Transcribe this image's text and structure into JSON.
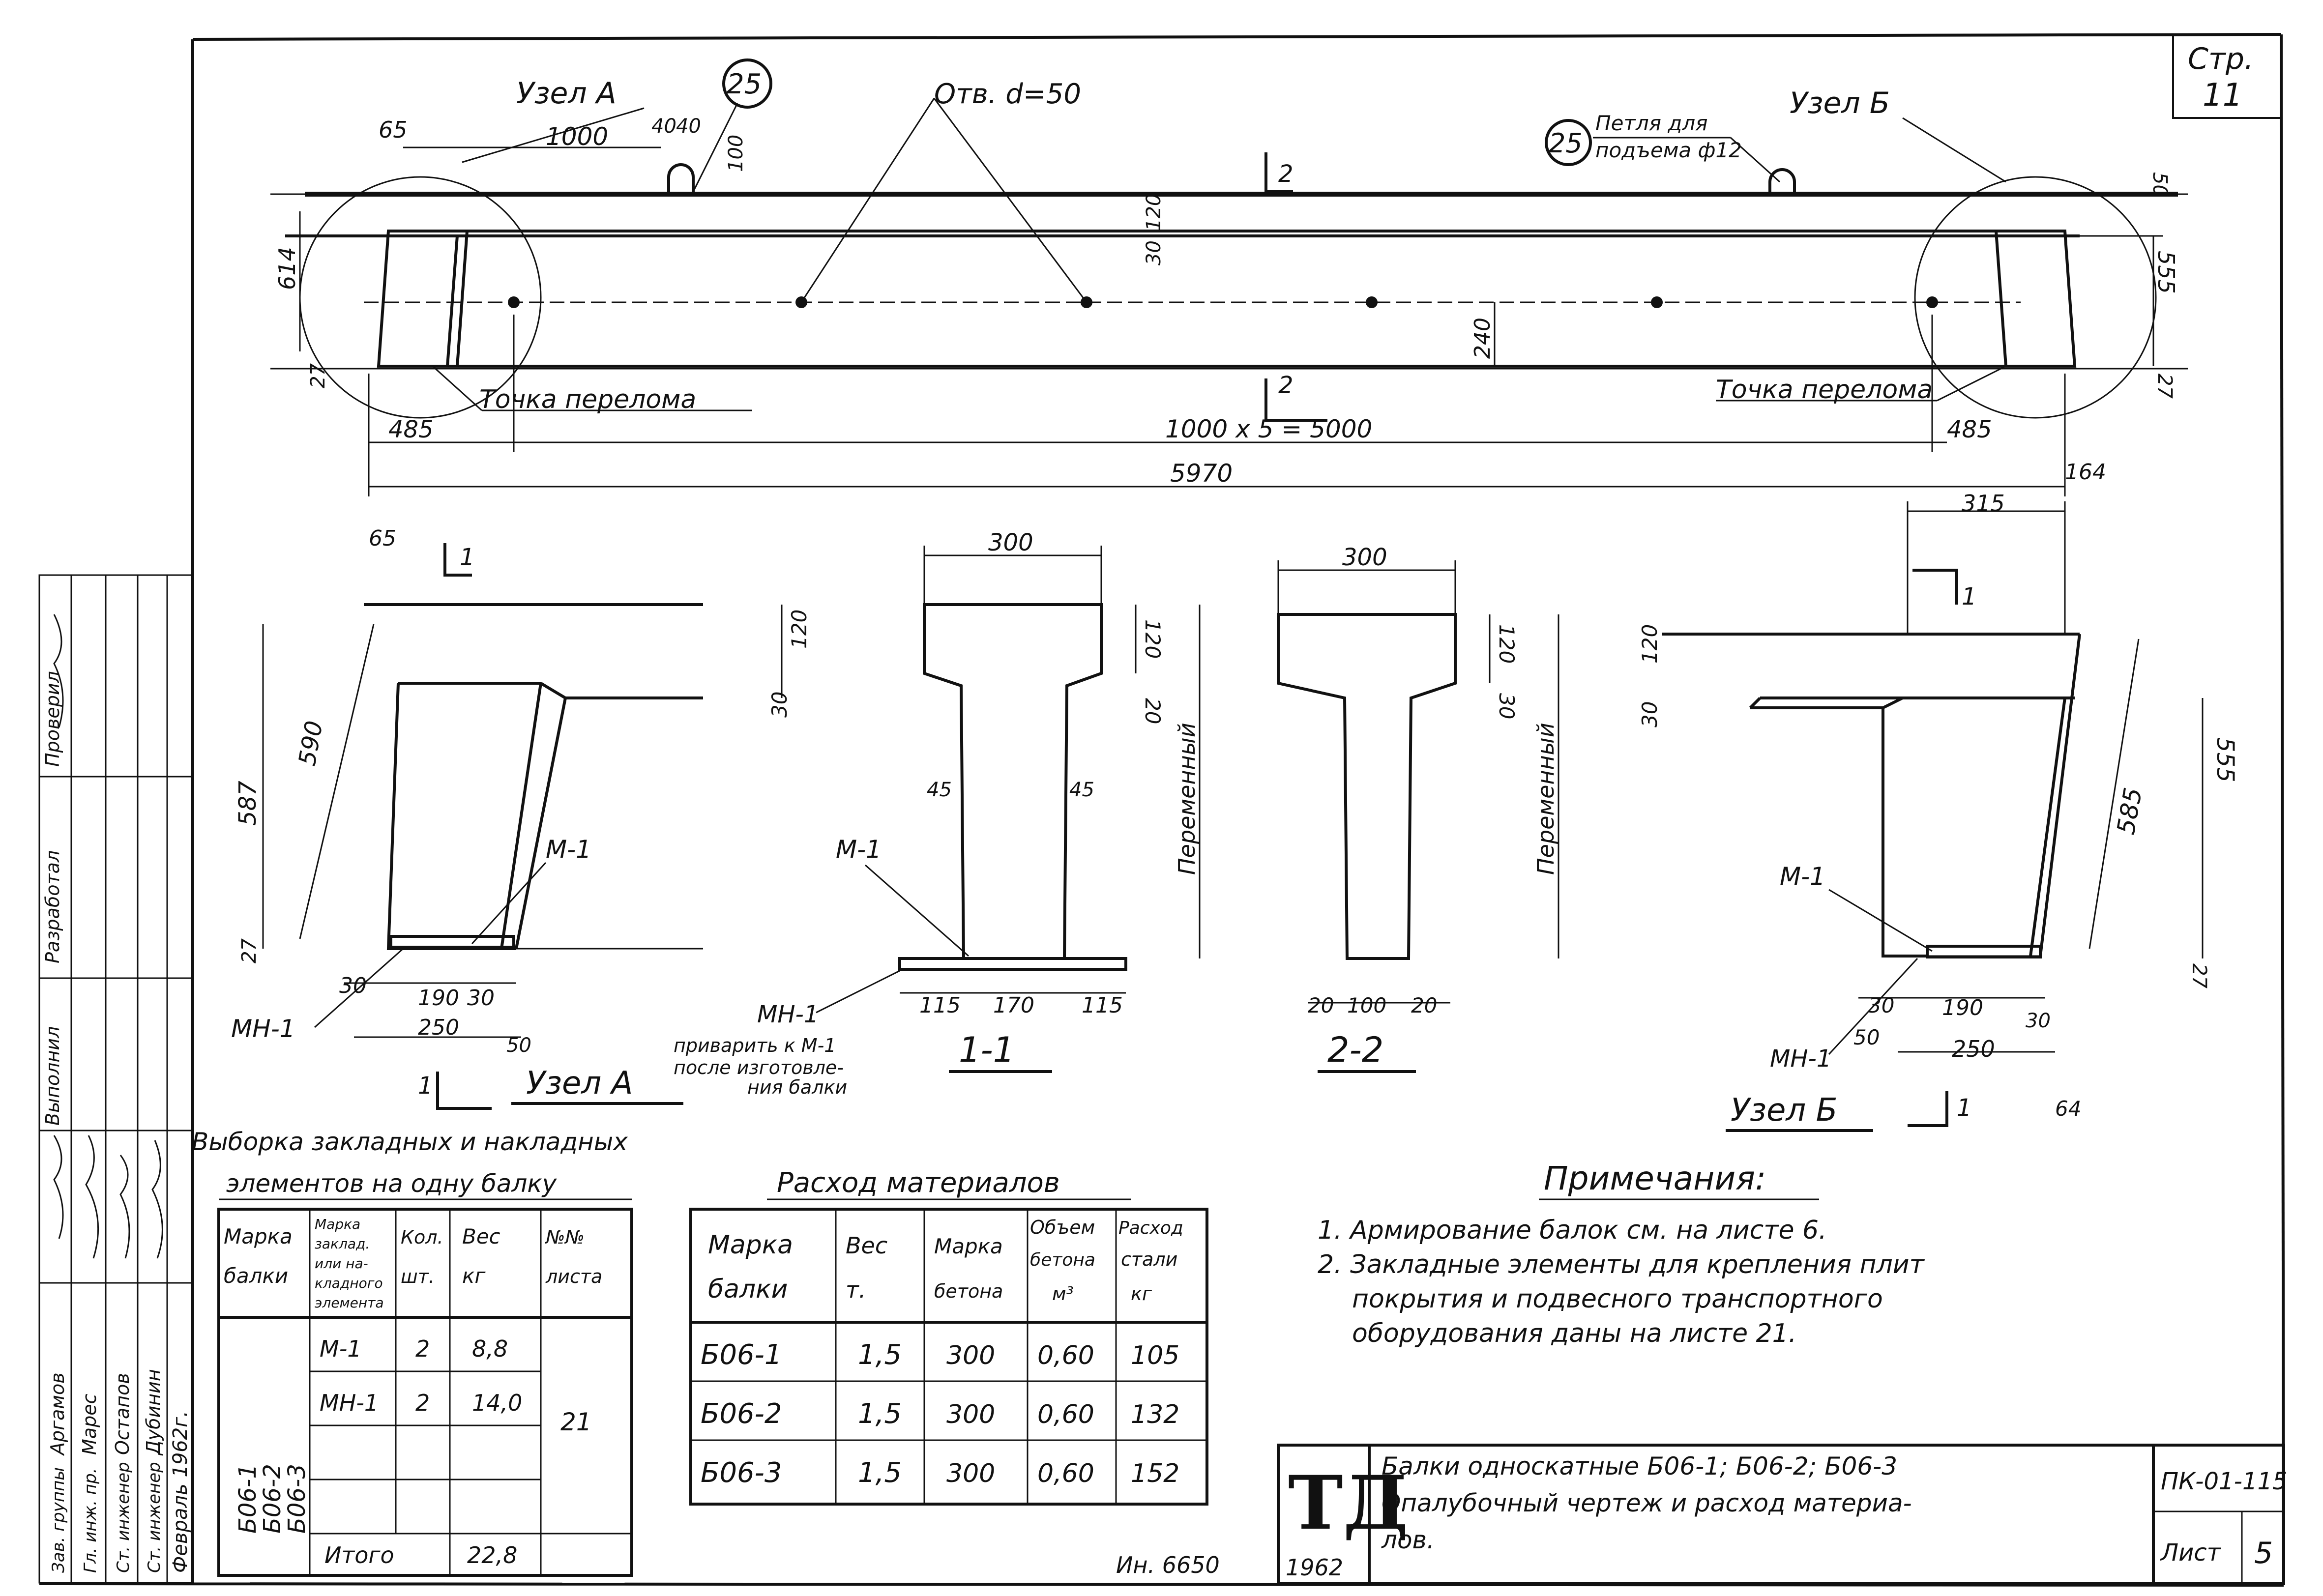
{
  "page": {
    "label": "Стр.",
    "number": "11"
  },
  "elevation": {
    "node_a": "Узел А",
    "node_b": "Узел Б",
    "hole": "Отв. d=50",
    "loop_mark": "25",
    "loop_label_1": "Петля для",
    "loop_label_2": "подъема ф12",
    "break_point": "Точка перелома",
    "section_mark": "2",
    "dims": {
      "d65": "65",
      "d1000": "1000",
      "d40a": "40",
      "d40b": "40",
      "d100": "100",
      "d614": "614",
      "d27": "27",
      "d485a": "485",
      "d1000x5": "1000 x 5 = 5000",
      "d485b": "485",
      "d5970": "5970",
      "d164": "164",
      "d120": "120",
      "d30": "30",
      "d240": "240",
      "d50": "50",
      "d555": "555",
      "d27b": "27"
    }
  },
  "node_a_detail": {
    "title": "Узел А",
    "section": "1",
    "m1": "М-1",
    "mn1": "МН-1",
    "dims": {
      "d65": "65",
      "d590": "590",
      "d587": "587",
      "d120": "120",
      "d30": "30",
      "d27": "27",
      "d30a": "30",
      "d190": "190",
      "d30b": "30",
      "d250": "250",
      "d50": "50"
    }
  },
  "section_1": {
    "title": "1-1",
    "m1": "М-1",
    "mn1": "МН-1",
    "note_1": "приварить к М-1",
    "note_2": "после изготовле-",
    "note_3": "ния балки",
    "variable": "Переменный",
    "dims": {
      "d300": "300",
      "d120": "120",
      "d20": "20",
      "d45a": "45",
      "d45b": "45",
      "d115a": "115",
      "d170": "170",
      "d115b": "115"
    }
  },
  "section_2": {
    "title": "2-2",
    "variable": "Переменный",
    "dims": {
      "d300": "300",
      "d120": "120",
      "d30": "30",
      "d20a": "20",
      "d100": "100",
      "d20b": "20"
    }
  },
  "node_b_detail": {
    "title": "Узел Б",
    "section": "1",
    "m1": "М-1",
    "mn1": "МН-1",
    "dims": {
      "d315": "315",
      "d120": "120",
      "d30": "30",
      "d585": "585",
      "d555": "555",
      "d27": "27",
      "d30a": "30",
      "d190": "190",
      "d30b": "30",
      "d50": "50",
      "d250": "250",
      "d64": "64"
    }
  },
  "stamp_strip": {
    "cols": [
      "Выполнил",
      "Разработал",
      "Проверил"
    ],
    "rows": [
      {
        "role": "Зав. группы",
        "name": "Аргамов"
      },
      {
        "role": "Гл. инж. пр.",
        "name": "Марес"
      },
      {
        "role": "Ст. инженер",
        "name": "Остапов"
      },
      {
        "role": "Ст. инженер",
        "name": "Дубинин"
      }
    ],
    "date": "Февраль 1962г."
  },
  "embedded_table": {
    "title_1": "Выборка закладных и накладных",
    "title_2": "элементов на одну балку",
    "headers": [
      "Марка балки",
      "Марка заклад. или на- кладного элемента",
      "Кол. шт.",
      "Вес кг",
      "№№ листа"
    ],
    "beams": "Б06-1\nБ06-2\nБ06-3",
    "rows": [
      {
        "mark": "М-1",
        "qty": "2",
        "weight": "8,8"
      },
      {
        "mark": "МН-1",
        "qty": "2",
        "weight": "14,0"
      }
    ],
    "sheet": "21",
    "total_label": "Итого",
    "total_value": "22,8"
  },
  "materials_table": {
    "title": "Расход материалов",
    "headers": [
      "Марка балки",
      "Вес т.",
      "Марка бетона",
      "Объем бетона м³",
      "Расход стали кг"
    ],
    "rows": [
      {
        "mark": "Б06-1",
        "weight": "1,5",
        "concrete": "300",
        "volume": "0,60",
        "steel": "105"
      },
      {
        "mark": "Б06-2",
        "weight": "1,5",
        "concrete": "300",
        "volume": "0,60",
        "steel": "132"
      },
      {
        "mark": "Б06-3",
        "weight": "1,5",
        "concrete": "300",
        "volume": "0,60",
        "steel": "152"
      }
    ]
  },
  "notes": {
    "title": "Примечания:",
    "items": [
      "1. Армирование балок см. на листе 6.",
      "2. Закладные элементы для крепления плит",
      "покрытия и подвесного транспортного",
      "оборудования даны на листе 21."
    ]
  },
  "inventory": "Ин. 6650",
  "title_block": {
    "logo": "ТД",
    "year": "1962",
    "line_1": "Балки односкатные Б06-1; Б06-2; Б06-3",
    "line_2": "Опалубочный чертеж и расход материа-",
    "line_3": "лов.",
    "code": "ПК-01-115",
    "sheet_label": "Лист",
    "sheet_number": "5"
  }
}
